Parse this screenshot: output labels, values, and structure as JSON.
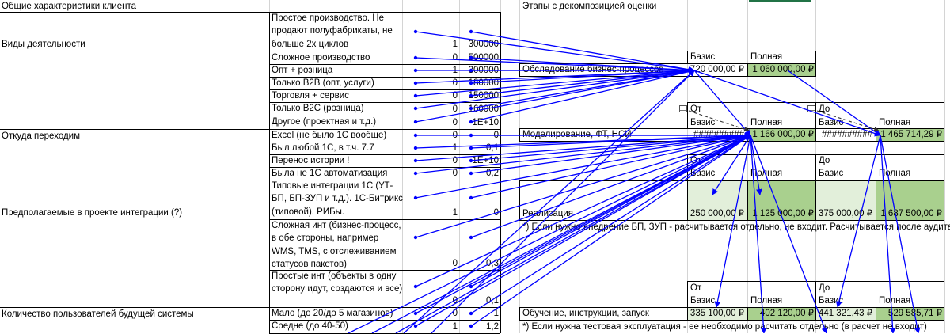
{
  "left_title": "Общие характеристики клиента",
  "right_title": "Этапы с декомпозицией оценки",
  "colors": {
    "light_green": "#e2efda",
    "green": "#a9d08e",
    "arrow_blue": "#0000ff"
  },
  "groups": [
    {
      "label": "Виды деятельности"
    },
    {
      "label": "Откуда переходим"
    },
    {
      "label": "Предполагаемые в проекте интеграции (?)"
    },
    {
      "label": "Количество пользователей будущей системы"
    }
  ],
  "factors": [
    {
      "label": "Простое производство. Не продают полуфабрикаты, не больше 2х циклов",
      "sel": "1",
      "coef": "300000"
    },
    {
      "label": "Сложное производство",
      "sel": "0",
      "coef": "500000"
    },
    {
      "label": "Опт + розница",
      "sel": "1",
      "coef": "300000"
    },
    {
      "label": "Только B2B (опт, услуги)",
      "sel": "0",
      "coef": "180000"
    },
    {
      "label": "Торговля + сервис",
      "sel": "0",
      "coef": "150000"
    },
    {
      "label": "Только B2C (розница)",
      "sel": "0",
      "coef": "160000"
    },
    {
      "label": "Другое (проектная и т.д.)",
      "sel": "0",
      "coef": "1E+10"
    },
    {
      "label": "Excel (не было 1С вообще)",
      "sel": "0",
      "coef": "0"
    },
    {
      "label": "Был любой 1С, в т.ч. 7.7",
      "sel": "1",
      "coef": "0,1"
    },
    {
      "label": "Перенос истории !",
      "sel": "0",
      "coef": "1E+10"
    },
    {
      "label": "Была не 1С автоматизация",
      "sel": "0",
      "coef": "0,2"
    },
    {
      "label": "Типовые интеграции 1С (УТ-БП, БП-ЗУП и т.д.). 1С-Битрикс (типовой). РИБы.",
      "sel": "1",
      "coef": "0"
    },
    {
      "label": "Сложная инт (бизнес-процесс, в обе стороны, например WMS, TMS, с отслеживанием статусов пакетов)",
      "sel": "0",
      "coef": "0,3"
    },
    {
      "label": "Простые инт (объекты в одну сторону идут, создаются и все)",
      "sel": "0",
      "coef": "0,1"
    },
    {
      "label": "Мало (до 20/до 5 магазинов)",
      "sel": "0",
      "coef": "1"
    },
    {
      "label": "Средне (до 40-50)",
      "sel": "1",
      "coef": "1,2"
    }
  ],
  "stages": {
    "survey": {
      "label": "Обследование бизнес-процессов",
      "h_basis": "Базис",
      "h_full": "Полная",
      "basis": "720 000,00 ₽",
      "full": "1 060 000,00 ₽"
    },
    "modeling": {
      "label": "Моделирование, ФТ, НСИ",
      "from": "От",
      "to": "До",
      "h_basis": "Базис",
      "h_full": "Полная",
      "from_basis": "##########",
      "from_full": "1 166 000,00 ₽",
      "to_basis": "##########",
      "to_full": "1 465 714,29 ₽"
    },
    "implementation": {
      "label": "Реализация",
      "from": "От",
      "to": "До",
      "h_basis": "Базис",
      "h_full": "Полная",
      "from_basis": "250 000,00 ₽",
      "from_full": "1 125 000,00 ₽",
      "to_basis": "375 000,00 ₽",
      "to_full": "1 687 500,00 ₽"
    },
    "impl_note": "*) Если нужно внедрение БП, ЗУП - расчитывается отдельно, не входит. Расчитывается после аудита",
    "training": {
      "label": "Обучение, инструкции, запуск",
      "from": "От",
      "to": "До",
      "h_basis": "Базис",
      "h_full": "Полная",
      "from_basis": "335 100,00 ₽",
      "from_full": "402 120,00 ₽",
      "to_basis": "441 321,43 ₽",
      "to_full": "529 585,71 ₽"
    },
    "training_note": "*) Если нужна тестовая эксплуатация - ее необходимо расчитать отдельно (в расчет не входит)"
  }
}
